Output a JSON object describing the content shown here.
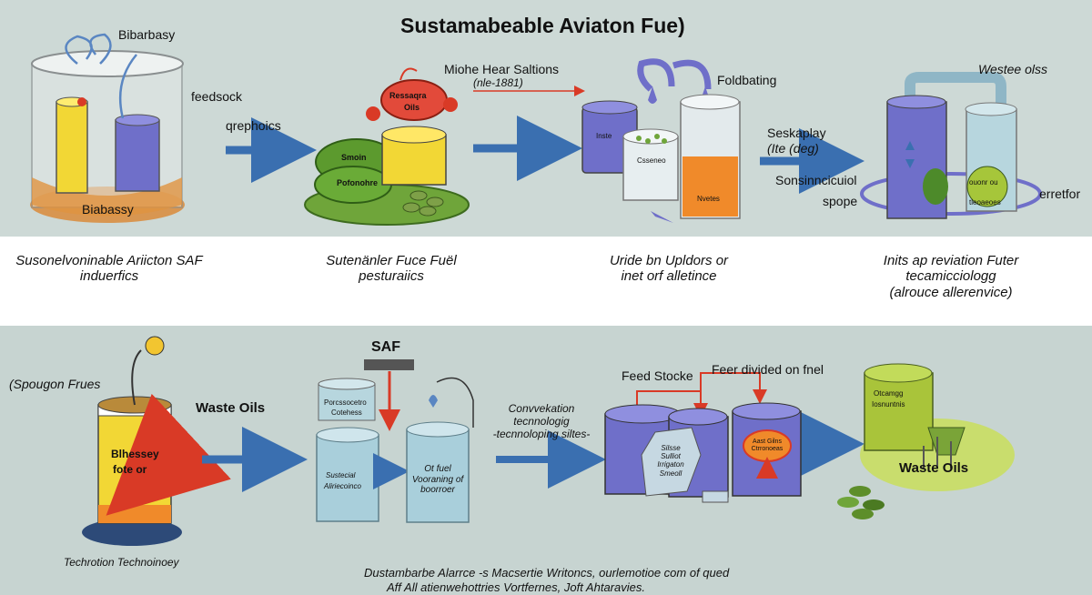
{
  "title": "Sustamabeable Aviaton Fue)",
  "top": {
    "biomass_top": "Bibarbasy",
    "biomass_base": "Biabassy",
    "feedstock": "feedsock",
    "qrephoics": "qrephoics",
    "heat_solutions_1": "Miohe Hear Saltions",
    "heat_solutions_2": "(nle-1881)",
    "oils_1": "Ressaqra",
    "oils_2": "Oils",
    "smoln": "Smoin",
    "pofenolive": "Pofonohre",
    "foldbating": "Foldbating",
    "inste": "Inste",
    "center_tank": "Csseneo",
    "nvetes": "Nvetes",
    "seskaplay_1": "Seskaplay",
    "seskaplay_2": "(Ite (deg)",
    "sensincicul": "Sonsinncicuiol",
    "spope": "spope",
    "westee_oils": "Westee olss",
    "erretfor": "erretfor",
    "tank_label_1": "ouonr ou",
    "tank_label_2": "tleoaeoes"
  },
  "captions": {
    "c1_1": "Susonelvoninable Ariicton SAF",
    "c1_2": "induerfics",
    "c2_1": "Sutenänler Fuce Fuël",
    "c2_2": "pesturaiics",
    "c3_1": "Uride bn Upldors or",
    "c3_2": "inet orf alletince",
    "c4_1": "Inits ap reviation Futer",
    "c4_2": "tecamicciologg",
    "c4_3": "(alrouce allerenvice)"
  },
  "bottom": {
    "spougon": "(Spougon Frues",
    "waste_oils": "Waste Oils",
    "barrel_1": "Blhessey",
    "barrel_2": "fote or",
    "tech": "Techrotion Technoinoey",
    "saf": "SAF",
    "small_tank_1": "Porcssocetro",
    "small_tank_2": "Cotehess",
    "sust_tank_1": "Sustecial",
    "sust_tank_2": "Aliriecoinco",
    "fuel_1": "Ot fuel",
    "fuel_2": "Vooraning of",
    "fuel_3": "boorroer",
    "conv_1": "Convvekation",
    "conv_2": "tecnnologig",
    "conv_3": "-tecnnoloping siltes-",
    "feed_stocke": "Feed Stocke",
    "feer_divided": "Feer divided on fnel",
    "mid_1": "Silsse",
    "mid_2": "Sulliot",
    "mid_3": "Irrigaton",
    "mid_4": "Smeoll",
    "orange_1": "Aast Gilns",
    "orange_2": "Ctrronoeas",
    "ring_1": "Otcamgg",
    "ring_2": "Iosnuntnis",
    "waste_oils_2": "Waste Oils"
  },
  "footer": {
    "line1": "Dustambarbe Alarrce -s Macsertie Writoncs,  ourlemotioe com of qued",
    "line2": "Aff All atienwehottries Vortfernes,  Joft Ahtaravies."
  },
  "colors": {
    "arrow_blue": "#3a6fb0",
    "tank_blue": "#6f6fc9",
    "tank_yellow": "#f2d735",
    "leaf_green": "#6fa53a",
    "orange": "#f08a2a",
    "red_arrow": "#d93a26"
  }
}
